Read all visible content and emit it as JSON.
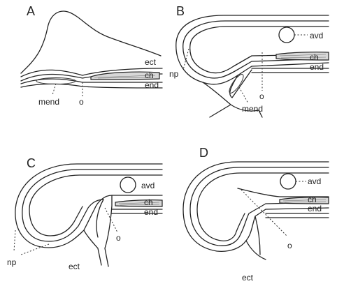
{
  "panels": {
    "A": {
      "letter": "A",
      "ect": "ect",
      "ch": "ch",
      "end": "end",
      "mend": "mend",
      "o": "o"
    },
    "B": {
      "letter": "B",
      "avd": "avd",
      "ch": "ch",
      "end": "end",
      "np": "np",
      "mend": "mend",
      "o": "o"
    },
    "C": {
      "letter": "C",
      "avd": "avd",
      "ch": "ch",
      "end": "end",
      "np": "np",
      "ect": "ect",
      "o": "o"
    },
    "D": {
      "letter": "D",
      "avd": "avd",
      "ch": "ch",
      "end": "end",
      "o": "o",
      "ect": "ect"
    }
  }
}
